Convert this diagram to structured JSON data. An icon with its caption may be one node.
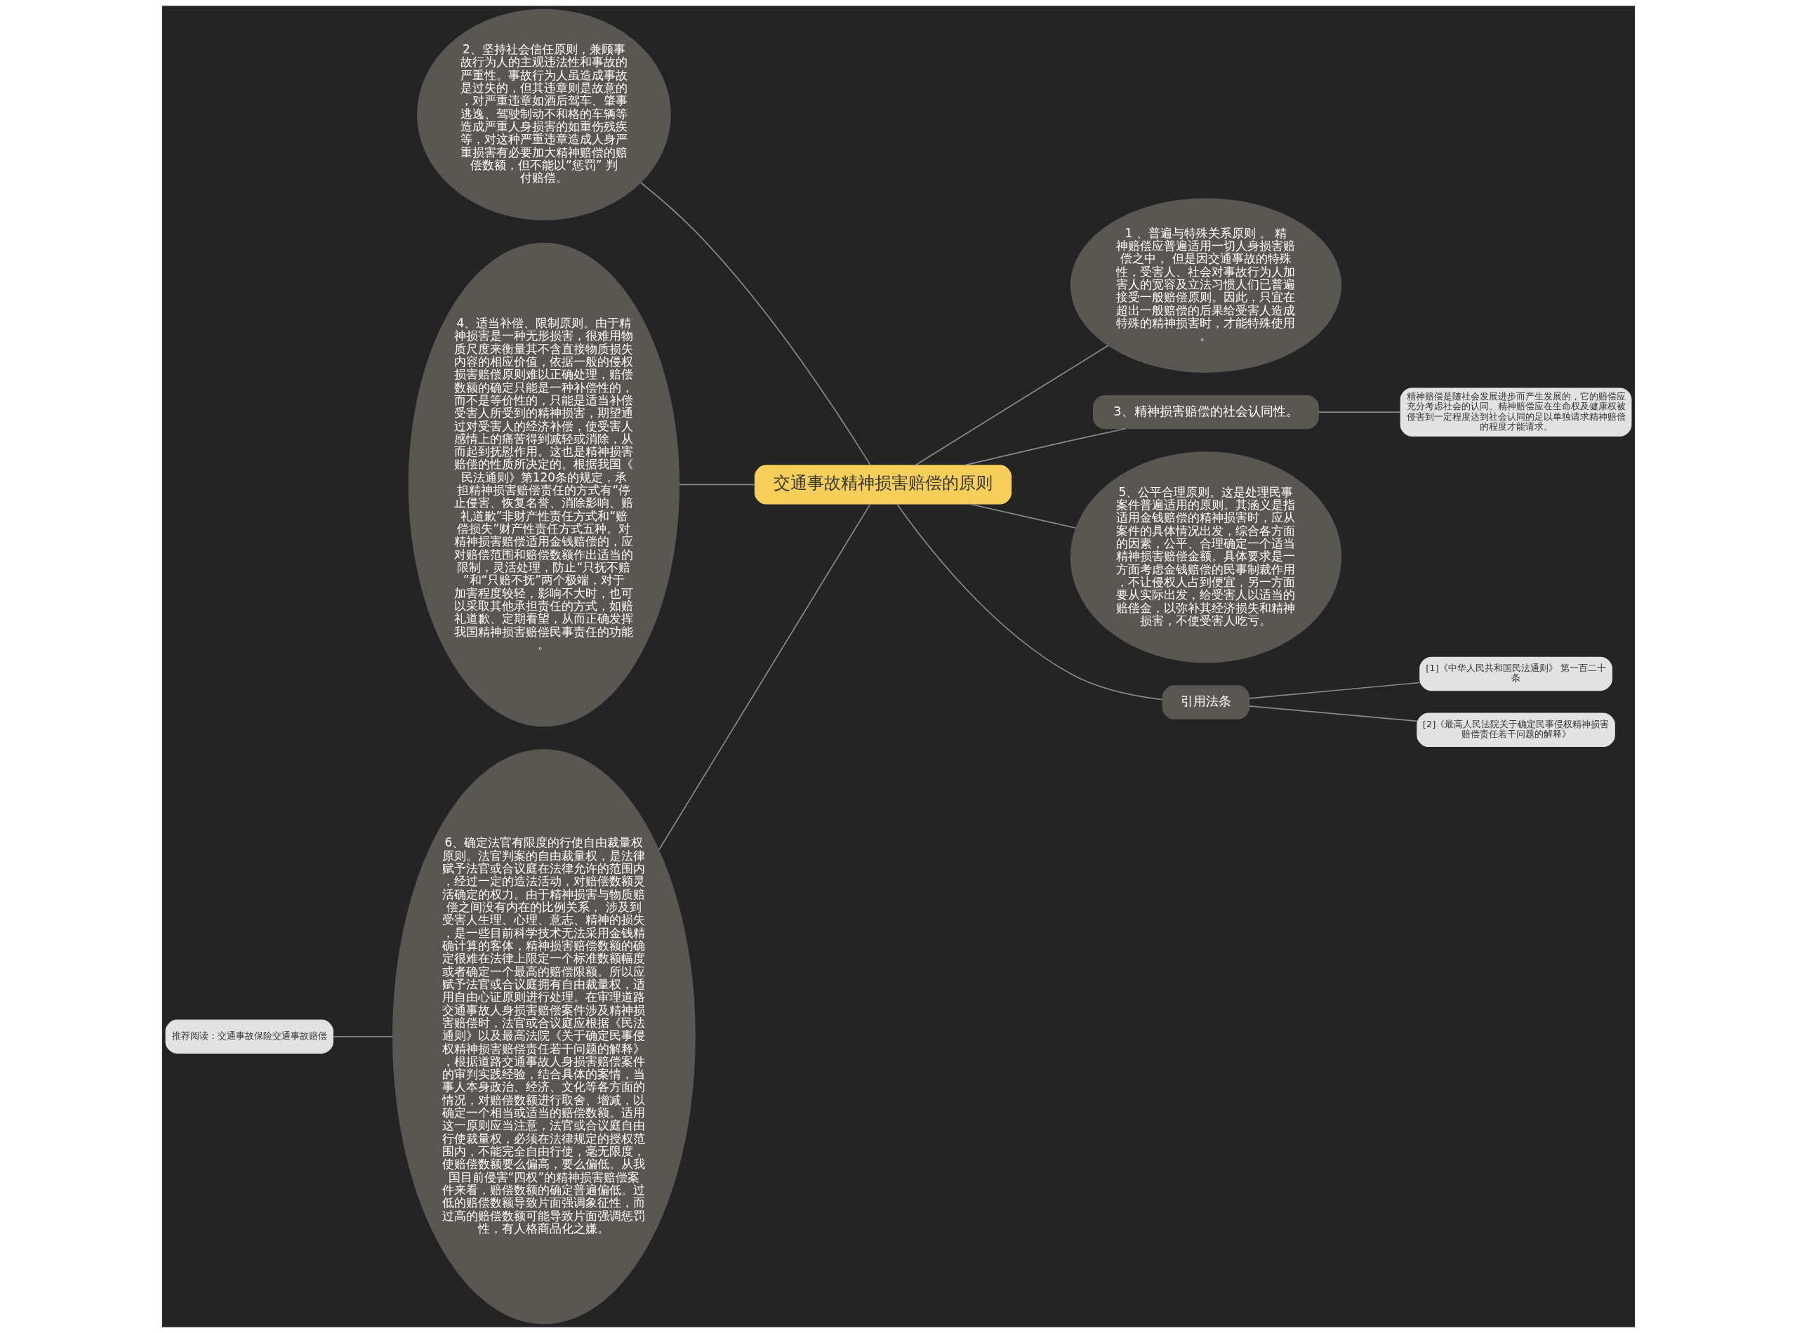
{
  "diagram": {
    "nodes": [
      {
        "text": [
          "交通事故精神损害赔偿的原则"
        ]
      },
      {
        "text": [
          "2、坚持社会信任原则，兼顾事故行为人的主观违法性和事故的严重性。事故行为人虽造成事故是过失的，但其违章则是故意的，对严重违章如酒后驾车、肇事逃逸、驾驶制动不和格的车辆等造成严重人身损害的如重伤残疾等，对这种严重违章造成人身严重损害有必要加大精神赔偿的赔偿数额，但不能以“惩罚” 判付赔偿。"
        ]
      },
      {
        "text": [
          "4、适当补偿、限制原则。由于精神损害是一种无形损害，很难用物质尺度来衡量其不含直接物质损失内容的相应价值，依据一般的侵权损害赔偿原则难以正确处理，赔偿数额的确定只能是一种补偿性的，而不是等价性的，只能是适当补偿受害人所受到的精神损害，期望通过对受害人的经济补偿，使受害人感情上的痛苦得到减轻或消除，从而起到抚慰作用。这也是精神损害赔偿的性质所决定的。根据我国《民法通则》第120条的规定，承担精神损害赔偿责任的方式有“停止侵害、恢复名誉、消除影响、赔礼道歉”非财产性责任方式和“赔偿损失”财产性责任方式五种。对精神损害赔偿适用金钱赔偿的，应对赔偿范围和赔偿数额作出适当的限制，灵活处理，防止“只抚不赔”和“只赔不抚”两个极端，对于加害程度较轻，影响不大时，也可以采取其他承担责任的方式，如赔礼道歉、定期看望，从而正确发挥我国精神损害赔偿民事责任的功能。"
        ]
      },
      {
        "text": [
          "6、确定法官有限度的行使自由裁量权原则。法官判案的自由裁量权，是法律赋予法官或合议庭在法律允许的范围内，经过一定的造法活动，对赔偿数额灵活确定的权力。由于精神损害与物质赔偿之间没有内在的比例关系， 涉及到受害人生理、心理、意志、精神的损失，是一些目前科学技术无法采用金钱精确计算的客体，精神损害赔偿数额的确定很难在法律上限定一个标准数额幅度或者确定一个最高的赔偿限额。所以应赋予法官或合议庭拥有自由裁量权，适用自由心证原则进行处理。在审理道路交通事故人身损害赔偿案件涉及精神损害赔偿时，法官或合议庭应根据《民法通则》以及最高法院《关于确定民事侵权精神损害赔偿责任若干问题的解释》，根据道路交通事故人身损害赔偿案件的审判实践经验，结合具体的案情，当事人本身政治、经济、文化等各方面的情况，对赔偿数额进行取舍、增减，以确定一个相当或适当的赔偿数额。适用这一原则应当注意，法官或合议庭自由行使裁量权，必须在法律规定的授权范围内，不能完全自由行使，毫无限度，使赔偿数额要么偏高，要么偏低。从我国目前侵害“四权”的精神损害赔偿案件来看，赔偿数额的确定普遍偏低。过低的赔偿数额导致片面强调象征性，而过高的赔偿数额可能导致片面强调惩罚性，有人格商品化之嫌。"
        ]
      },
      {
        "text": [
          "推荐阅读：交通事故保险交通事故赔偿"
        ]
      },
      {
        "text": [
          "1 、普遍与特殊关系原则 。 精神赔偿应普遍适用一切人身损害赔偿之中， 但是因交通事故的特殊性，受害人、社会对事故行为人加害人的宽容及立法习惯人们已普遍接受一般赔偿原则。因此，只宜在超出一般赔偿的后果给受害人造成特殊的精神损害时，才能特殊使用。"
        ]
      },
      {
        "text": [
          "3、精神损害赔偿的社会认同性。"
        ]
      },
      {
        "text": [
          "精神赔偿是随社会发展进步而产生发展的，它的赔偿应充分考虑社会的认同。精神赔偿应在生命权及健康权被侵害到一定程度达到社会认同的足以单独请求精神赔偿的程度才能请求。"
        ]
      },
      {
        "text": [
          "5、公平合理原则。这是处理民事案件普遍适用的原则。其涵义是指适用金钱赔偿的精神损害时，应从案件的具体情况出发，综合各方面的因素，公平、合理确定一个适当精神损害赔偿金额。具体要求是一方面考虑金钱赔偿的民事制裁作用，不让侵权人占到便宜，另一方面要从实际出发，给受害人以适当的赔偿金，以弥补其经济损失和精神损害，不使受害人吃亏。"
        ]
      },
      {
        "text": [
          "引用法条"
        ]
      },
      {
        "text": [
          "[1]《中华人民共和国民法通则》 第一百二十条"
        ]
      },
      {
        "text": [
          "[2]《最高人民法院关于确定民事侵权精神损害赔偿责任若干问题的解释》"
        ]
      }
    ],
    "edges": [
      {
        "from": 0,
        "to": 1,
        "arrow": "none"
      },
      {
        "from": 0,
        "to": 2,
        "arrow": "none"
      },
      {
        "from": 0,
        "to": 3,
        "arrow": "none"
      },
      {
        "from": 3,
        "to": 4,
        "arrow": "none"
      },
      {
        "from": 0,
        "to": 5,
        "arrow": "none"
      },
      {
        "from": 0,
        "to": 6,
        "arrow": "none"
      },
      {
        "from": 6,
        "to": 7,
        "arrow": "none"
      },
      {
        "from": 0,
        "to": 8,
        "arrow": "none"
      },
      {
        "from": 0,
        "to": 9,
        "arrow": "none"
      },
      {
        "from": 9,
        "to": 10,
        "arrow": "none"
      },
      {
        "from": 9,
        "to": 11,
        "arrow": "none"
      }
    ]
  }
}
